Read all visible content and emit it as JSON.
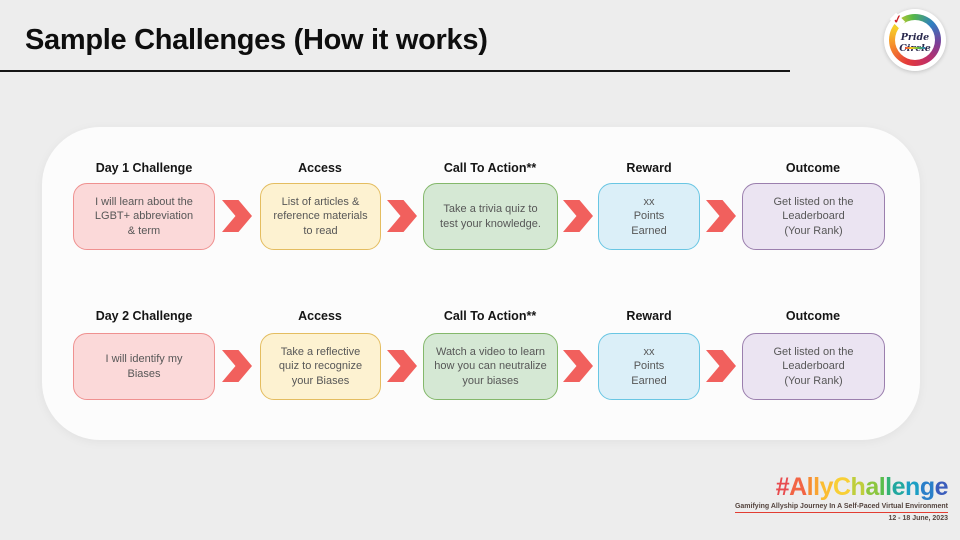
{
  "slide": {
    "title": "Sample Challenges (How it works)"
  },
  "logo": {
    "brand": "Pride Circle"
  },
  "palette": {
    "pink": {
      "fill": "#fbd9d9",
      "border": "#ef9190"
    },
    "yellow": {
      "fill": "#fdf2d1",
      "border": "#e4bd60"
    },
    "green": {
      "fill": "#d5e8d4",
      "border": "#84b86b"
    },
    "blue": {
      "fill": "#dbeff8",
      "border": "#69c6e3"
    },
    "purple": {
      "fill": "#ebe4f2",
      "border": "#9b7fae"
    },
    "arrow": "#f1605d"
  },
  "rows": [
    {
      "steps": [
        {
          "header": "Day 1 Challenge",
          "text": "I will learn about the\nLGBT+ abbreviation\n& term"
        },
        {
          "header": "Access",
          "text": "List of articles &\nreference materials\nto read"
        },
        {
          "header": "Call To Action**",
          "text": "Take a trivia quiz to\ntest your knowledge."
        },
        {
          "header": "Reward",
          "text": "xx\nPoints\nEarned"
        },
        {
          "header": "Outcome",
          "text": "Get listed on the\nLeaderboard\n(Your Rank)"
        }
      ]
    },
    {
      "steps": [
        {
          "header": "Day 2 Challenge",
          "text": "I will identify my\nBiases"
        },
        {
          "header": "Access",
          "text": "Take a reflective\nquiz to recognize\nyour Biases"
        },
        {
          "header": "Call To Action**",
          "text": "Watch a video to learn\nhow you can neutralize\nyour biases"
        },
        {
          "header": "Reward",
          "text": "xx\nPoints\nEarned"
        },
        {
          "header": "Outcome",
          "text": "Get listed on the\nLeaderboard\n(Your Rank)"
        }
      ]
    }
  ],
  "footer": {
    "hashtag": {
      "letters": [
        {
          "ch": "#",
          "color": "#e84c4f"
        },
        {
          "ch": "A",
          "color": "#f26444"
        },
        {
          "ch": "l",
          "color": "#f68b33"
        },
        {
          "ch": "l",
          "color": "#f9a432"
        },
        {
          "ch": "y",
          "color": "#fbbd32"
        },
        {
          "ch": "C",
          "color": "#f8cf36"
        },
        {
          "ch": "h",
          "color": "#bfce3c"
        },
        {
          "ch": "a",
          "color": "#8cc63f"
        },
        {
          "ch": "l",
          "color": "#5bbd4c"
        },
        {
          "ch": "l",
          "color": "#33b376"
        },
        {
          "ch": "e",
          "color": "#22a8a0"
        },
        {
          "ch": "n",
          "color": "#1d9fc4"
        },
        {
          "ch": "g",
          "color": "#2a7fc9"
        },
        {
          "ch": "e",
          "color": "#3a5dbc"
        }
      ]
    },
    "tagline": "Gamifying Allyship Journey In A Self-Paced Virtual Environment",
    "date": "12 - 18 June, 2023"
  }
}
